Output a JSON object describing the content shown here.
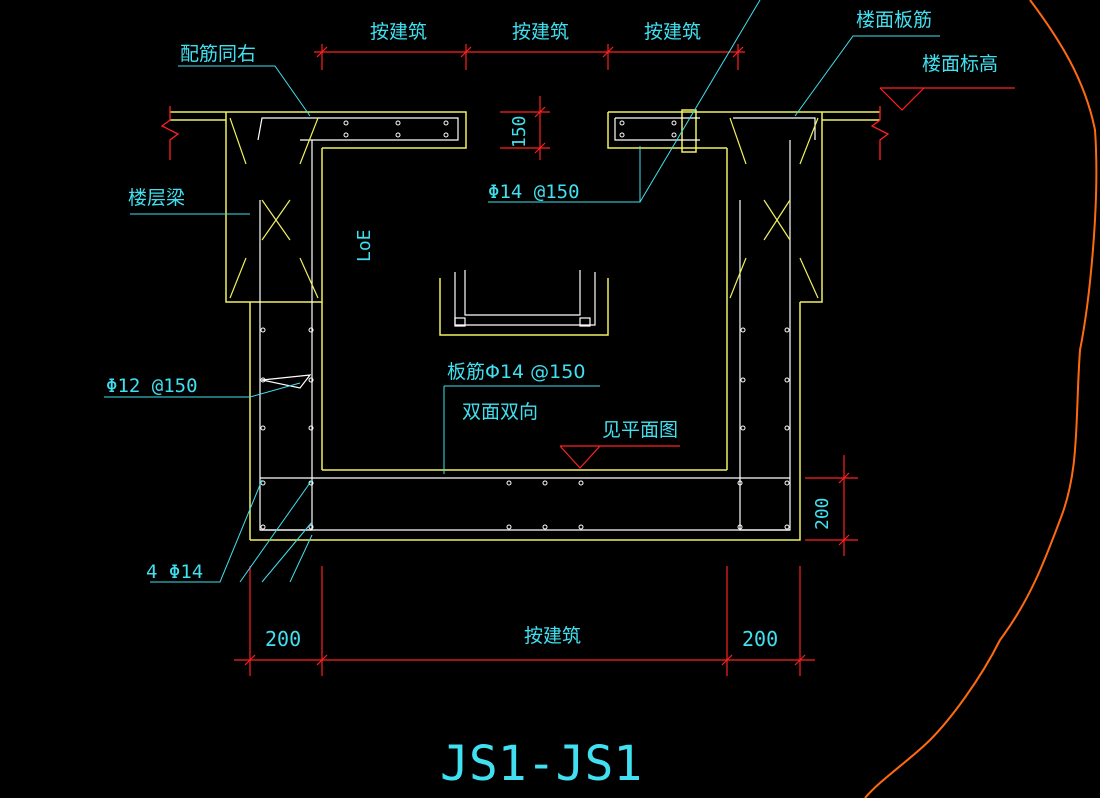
{
  "colors": {
    "background": "#000000",
    "structure": "#f0f060",
    "rebar": "#ffffff",
    "dimension": "#ff2020",
    "text": "#40e0f0",
    "boundary": "#ff6a10"
  },
  "labels": {
    "rebar_same_right": "配筋同右",
    "floor_beam": "楼层梁",
    "floor_slab_rebar": "楼面板筋",
    "floor_elevation": "楼面标高",
    "dim_arch_1": "按建筑",
    "dim_arch_2": "按建筑",
    "dim_arch_3": "按建筑",
    "dim_150": "150",
    "phi14_150": "Φ14 @150",
    "loe": "LoE",
    "phi12_150": "Φ12 @150",
    "slab_rebar": "板筋Φ14 @150",
    "double_layer": "双面双向",
    "see_plan": "见平面图",
    "dim_200_right": "200",
    "four_phi14": "4 Φ14",
    "dim_200_left": "200",
    "dim_arch_bottom": "按建筑",
    "dim_200_bottom_right": "200",
    "title": "JS1-JS1"
  }
}
